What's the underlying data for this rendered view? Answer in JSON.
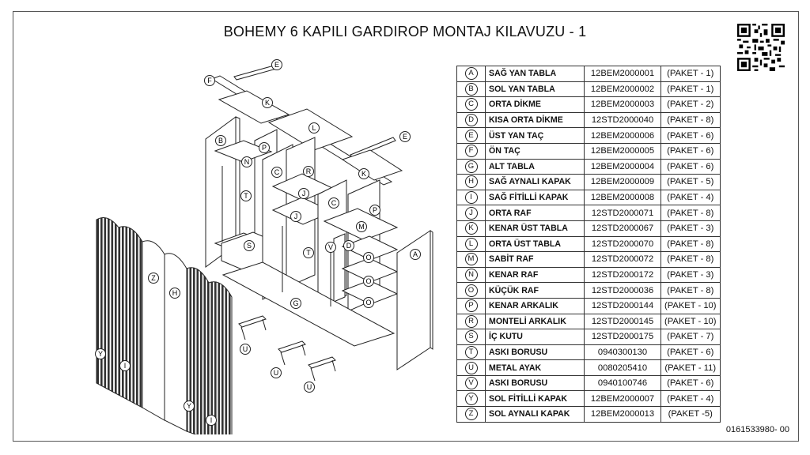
{
  "title": "BOHEMY 6 KAPILI GARDIROP MONTAJ KILAVUZU - 1",
  "doc_code": "0161533980- 00",
  "qr_icon": "qr-code-icon",
  "callouts": [
    "E",
    "F",
    "K",
    "L",
    "E",
    "K",
    "B",
    "P",
    "N",
    "C",
    "R",
    "J",
    "T",
    "J",
    "C",
    "P",
    "M",
    "D",
    "T",
    "V",
    "S",
    "O",
    "O",
    "O",
    "G",
    "A",
    "Z",
    "H",
    "U",
    "U",
    "U",
    "Y",
    "I",
    "Y",
    "I"
  ],
  "parts": [
    {
      "letter": "A",
      "name": "SAĞ YAN TABLA",
      "code": "12BEM2000001",
      "pack": "(PAKET - 1)"
    },
    {
      "letter": "B",
      "name": "SOL YAN TABLA",
      "code": "12BEM2000002",
      "pack": "(PAKET - 1)"
    },
    {
      "letter": "C",
      "name": "ORTA DİKME",
      "code": "12BEM2000003",
      "pack": "(PAKET - 2)"
    },
    {
      "letter": "D",
      "name": "KISA ORTA DİKME",
      "code": "12STD2000040",
      "pack": "(PAKET - 8)"
    },
    {
      "letter": "E",
      "name": "ÜST YAN TAÇ",
      "code": "12BEM2000006",
      "pack": "(PAKET - 6)"
    },
    {
      "letter": "F",
      "name": "ÖN TAÇ",
      "code": "12BEM2000005",
      "pack": "(PAKET - 6)"
    },
    {
      "letter": "G",
      "name": "ALT TABLA",
      "code": "12BEM2000004",
      "pack": "(PAKET - 6)"
    },
    {
      "letter": "H",
      "name": "SAĞ AYNALI KAPAK",
      "code": "12BEM2000009",
      "pack": "(PAKET - 5)"
    },
    {
      "letter": "I",
      "name": "SAĞ FİTİLLİ KAPAK",
      "code": "12BEM2000008",
      "pack": "(PAKET - 4)"
    },
    {
      "letter": "J",
      "name": "ORTA RAF",
      "code": "12STD2000071",
      "pack": "(PAKET - 8)"
    },
    {
      "letter": "K",
      "name": "KENAR ÜST TABLA",
      "code": "12STD2000067",
      "pack": "(PAKET - 3)"
    },
    {
      "letter": "L",
      "name": "ORTA ÜST TABLA",
      "code": "12STD2000070",
      "pack": "(PAKET - 8)"
    },
    {
      "letter": "M",
      "name": "SABİT RAF",
      "code": "12STD2000072",
      "pack": "(PAKET - 8)"
    },
    {
      "letter": "N",
      "name": "KENAR RAF",
      "code": "12STD2000172",
      "pack": "(PAKET - 3)"
    },
    {
      "letter": "O",
      "name": "KÜÇÜK RAF",
      "code": "12STD2000036",
      "pack": "(PAKET - 8)"
    },
    {
      "letter": "P",
      "name": "KENAR ARKALIK",
      "code": "12STD2000144",
      "pack": "(PAKET - 10)"
    },
    {
      "letter": "R",
      "name": "MONTELİ ARKALIK",
      "code": "12STD2000145",
      "pack": "(PAKET - 10)"
    },
    {
      "letter": "S",
      "name": "İÇ KUTU",
      "code": "12STD2000175",
      "pack": "(PAKET - 7)"
    },
    {
      "letter": "T",
      "name": "ASKI BORUSU",
      "code": "0940300130",
      "pack": "(PAKET - 6)"
    },
    {
      "letter": "U",
      "name": "METAL AYAK",
      "code": "0080205410",
      "pack": "(PAKET - 11)"
    },
    {
      "letter": "V",
      "name": "ASKI BORUSU",
      "code": "0940100746",
      "pack": "(PAKET - 6)"
    },
    {
      "letter": "Y",
      "name": "SOL FİTİLLİ KAPAK",
      "code": "12BEM2000007",
      "pack": "(PAKET - 4)"
    },
    {
      "letter": "Z",
      "name": "SOL AYNALI KAPAK",
      "code": "12BEM2000013",
      "pack": "(PAKET -5)"
    }
  ]
}
